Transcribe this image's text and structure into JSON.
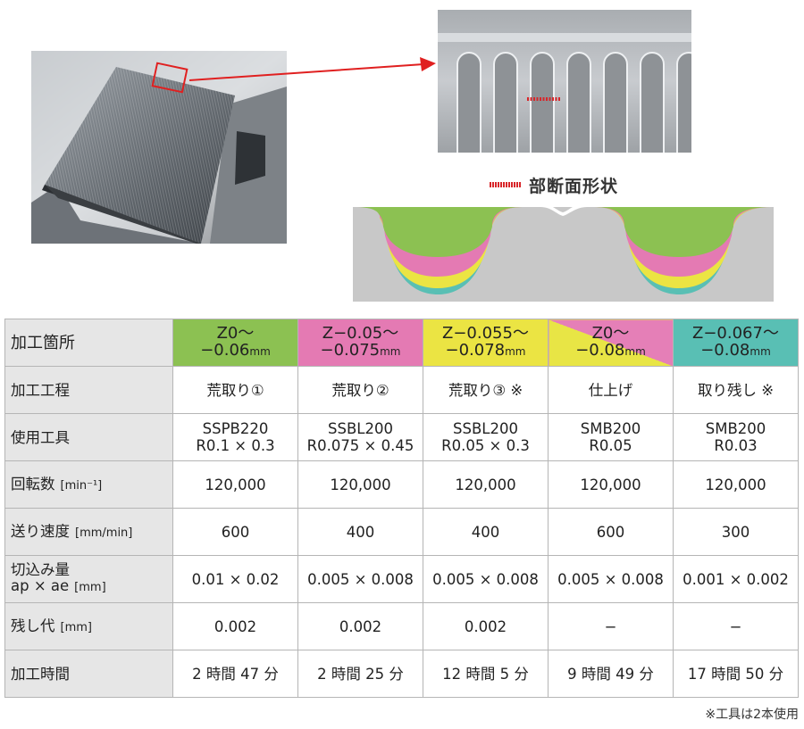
{
  "legend_label": "部断面形状",
  "note": "※工具は2本使用",
  "colors": {
    "green": "#8cc152",
    "pink": "#e47ab3",
    "yellow": "#ebe443",
    "teal": "#59bfb4",
    "marker": "#d8262a"
  },
  "table": {
    "header_label": "加工箇所",
    "columns": [
      {
        "line1": "Z0～",
        "line2": "−0.06",
        "unit": "mm"
      },
      {
        "line1": "Z−0.05～",
        "line2": "−0.075",
        "unit": "mm"
      },
      {
        "line1": "Z−0.055～",
        "line2": "−0.078",
        "unit": "mm"
      },
      {
        "line1": "Z0～",
        "line2": "−0.08",
        "unit": "mm"
      },
      {
        "line1": "Z−0.067～",
        "line2": "−0.08",
        "unit": "mm"
      }
    ],
    "rows": [
      {
        "label": "加工工程",
        "unit": "",
        "cells": [
          [
            "荒取り①"
          ],
          [
            "荒取り②"
          ],
          [
            "荒取り③ ※"
          ],
          [
            "仕上げ"
          ],
          [
            "取り残し ※"
          ]
        ]
      },
      {
        "label": "使用工具",
        "unit": "",
        "cells": [
          [
            "SSPB220",
            "R0.1 × 0.3"
          ],
          [
            "SSBL200",
            "R0.075 × 0.45"
          ],
          [
            "SSBL200",
            "R0.05 × 0.3"
          ],
          [
            "SMB200",
            "R0.05"
          ],
          [
            "SMB200",
            "R0.03"
          ]
        ]
      },
      {
        "label": "回転数",
        "unit": "[min⁻¹]",
        "cells": [
          [
            "120,000"
          ],
          [
            "120,000"
          ],
          [
            "120,000"
          ],
          [
            "120,000"
          ],
          [
            "120,000"
          ]
        ]
      },
      {
        "label": "送り速度",
        "unit": "[mm/min]",
        "cells": [
          [
            "600"
          ],
          [
            "400"
          ],
          [
            "400"
          ],
          [
            "600"
          ],
          [
            "300"
          ]
        ]
      },
      {
        "label": "切込み量",
        "label2": "ap × ae",
        "unit": "[mm]",
        "cells": [
          [
            "0.01 × 0.02"
          ],
          [
            "0.005 × 0.008"
          ],
          [
            "0.005 × 0.008"
          ],
          [
            "0.005 × 0.008"
          ],
          [
            "0.001 × 0.002"
          ]
        ]
      },
      {
        "label": "残し代",
        "unit": "[mm]",
        "cells": [
          [
            "0.002"
          ],
          [
            "0.002"
          ],
          [
            "0.002"
          ],
          [
            "−"
          ],
          [
            "−"
          ]
        ]
      },
      {
        "label": "加工時間",
        "unit": "",
        "cells": [
          [
            "2 時間 47 分"
          ],
          [
            "2 時間 25 分"
          ],
          [
            "12 時間 5 分"
          ],
          [
            "9 時間 49 分"
          ],
          [
            "17 時間 50 分"
          ]
        ]
      }
    ]
  }
}
